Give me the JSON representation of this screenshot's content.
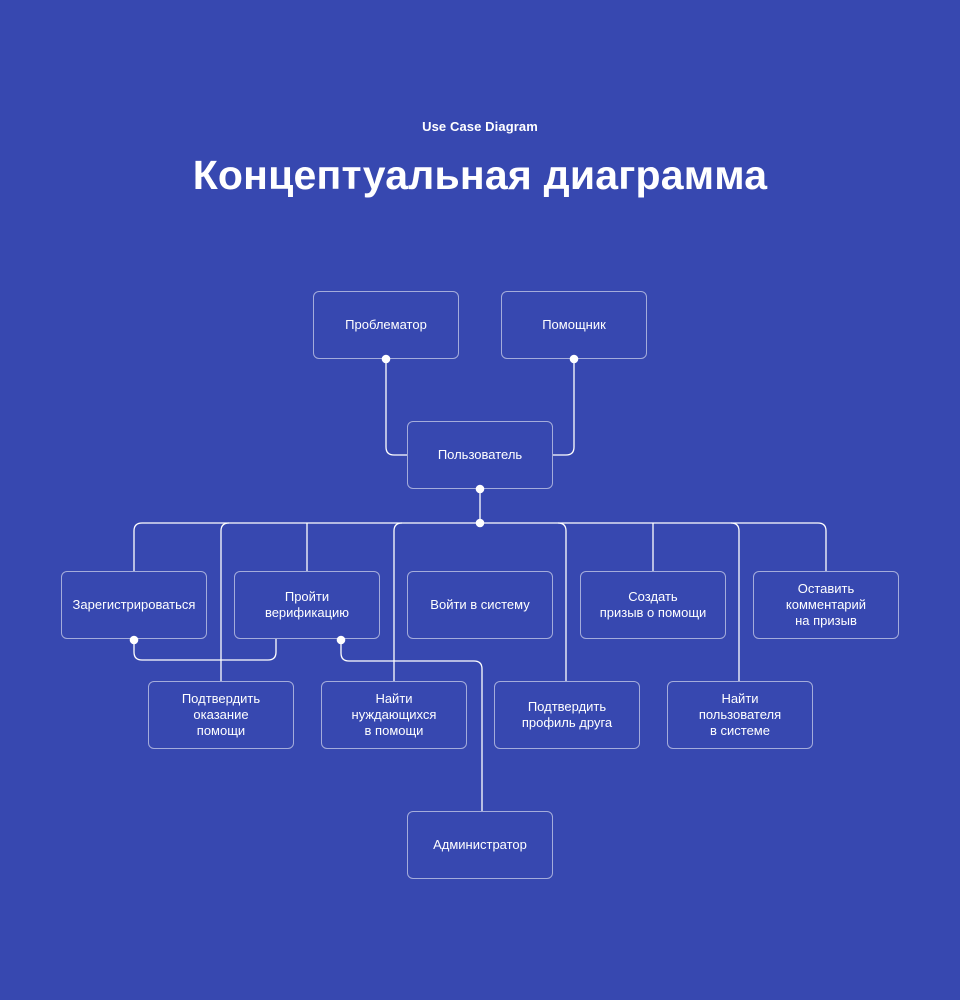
{
  "header": {
    "subtitle": "Use Case Diagram",
    "title": "Концептуальная диаграмма"
  },
  "nodes": {
    "problemator": "Проблематор",
    "helper": "Помощник",
    "user": "Пользователь",
    "register": "Зарегистрироваться",
    "verify": "Пройти\nверификацию",
    "login": "Войти в систему",
    "create_call": "Создать\nпризыв о помощи",
    "comment": "Оставить\nкомментарий\nна призыв",
    "confirm_help": "Подтвердить\nоказание\nпомощи",
    "find_needy": "Найти\nнуждающихся\nв помощи",
    "confirm_friend": "Подтвердить\nпрофиль друга",
    "find_user": "Найти\nпользователя\nв системе",
    "admin": "Администратор"
  }
}
